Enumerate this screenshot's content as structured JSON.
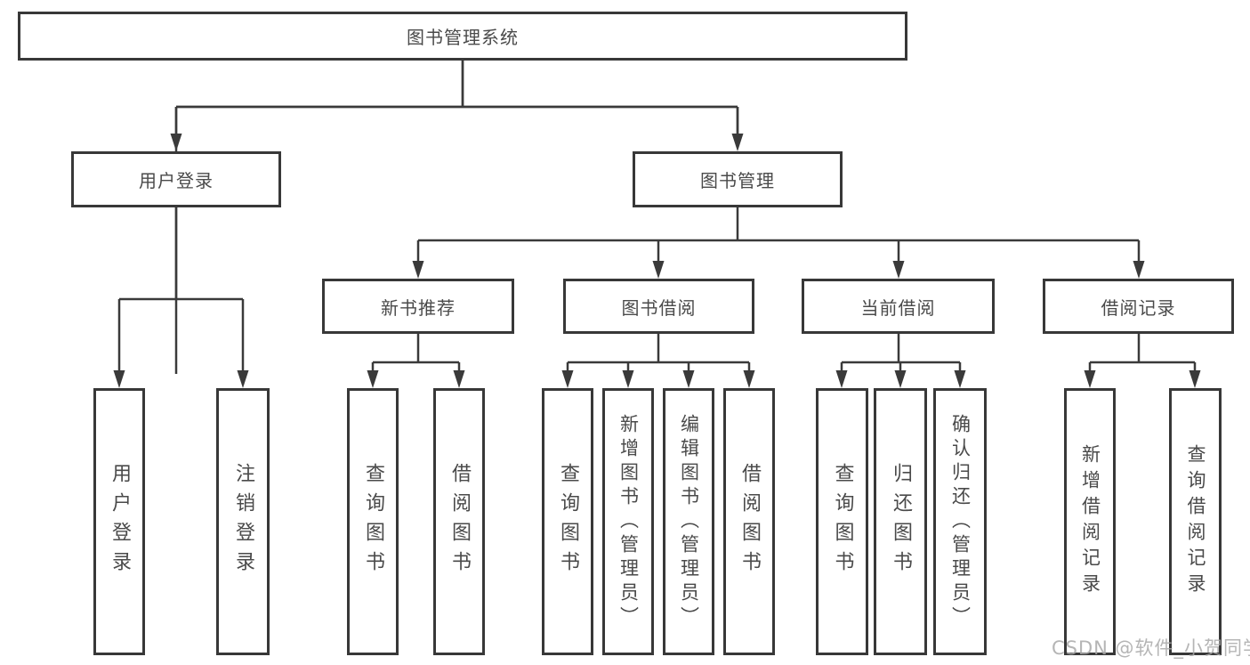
{
  "diagram": {
    "watermark": "CSDN @软件_小贺同学",
    "colors": {
      "line": "#3a3a3a",
      "box_border": "#383838",
      "box_background": "#ffffff",
      "text": "#4a4a4a",
      "watermark": "#a8a8a8",
      "page_background": "#ffffff"
    },
    "nodes": {
      "root": {
        "label": "图书管理系统"
      },
      "user_login": {
        "label": "用户登录",
        "children": [
          {
            "label": "用户登录"
          },
          {
            "label": "注销登录"
          }
        ]
      },
      "book_mgmt": {
        "label": "图书管理"
      },
      "new_book_rec": {
        "label": "新书推荐",
        "children": [
          {
            "label": "查询图书"
          },
          {
            "label": "借阅图书"
          }
        ]
      },
      "book_borrow": {
        "label": "图书借阅",
        "children": [
          {
            "label": "查询图书"
          },
          {
            "label": "新增图书（管理员）"
          },
          {
            "label": "编辑图书（管理员）"
          },
          {
            "label": "借阅图书"
          }
        ]
      },
      "current_borrow": {
        "label": "当前借阅",
        "children": [
          {
            "label": "查询图书"
          },
          {
            "label": "归还图书"
          },
          {
            "label": "确认归还（管理员）"
          }
        ]
      },
      "borrow_record": {
        "label": "借阅记录",
        "children": [
          {
            "label": "新增借阅记录"
          },
          {
            "label": "查询借阅记录"
          }
        ]
      }
    }
  }
}
